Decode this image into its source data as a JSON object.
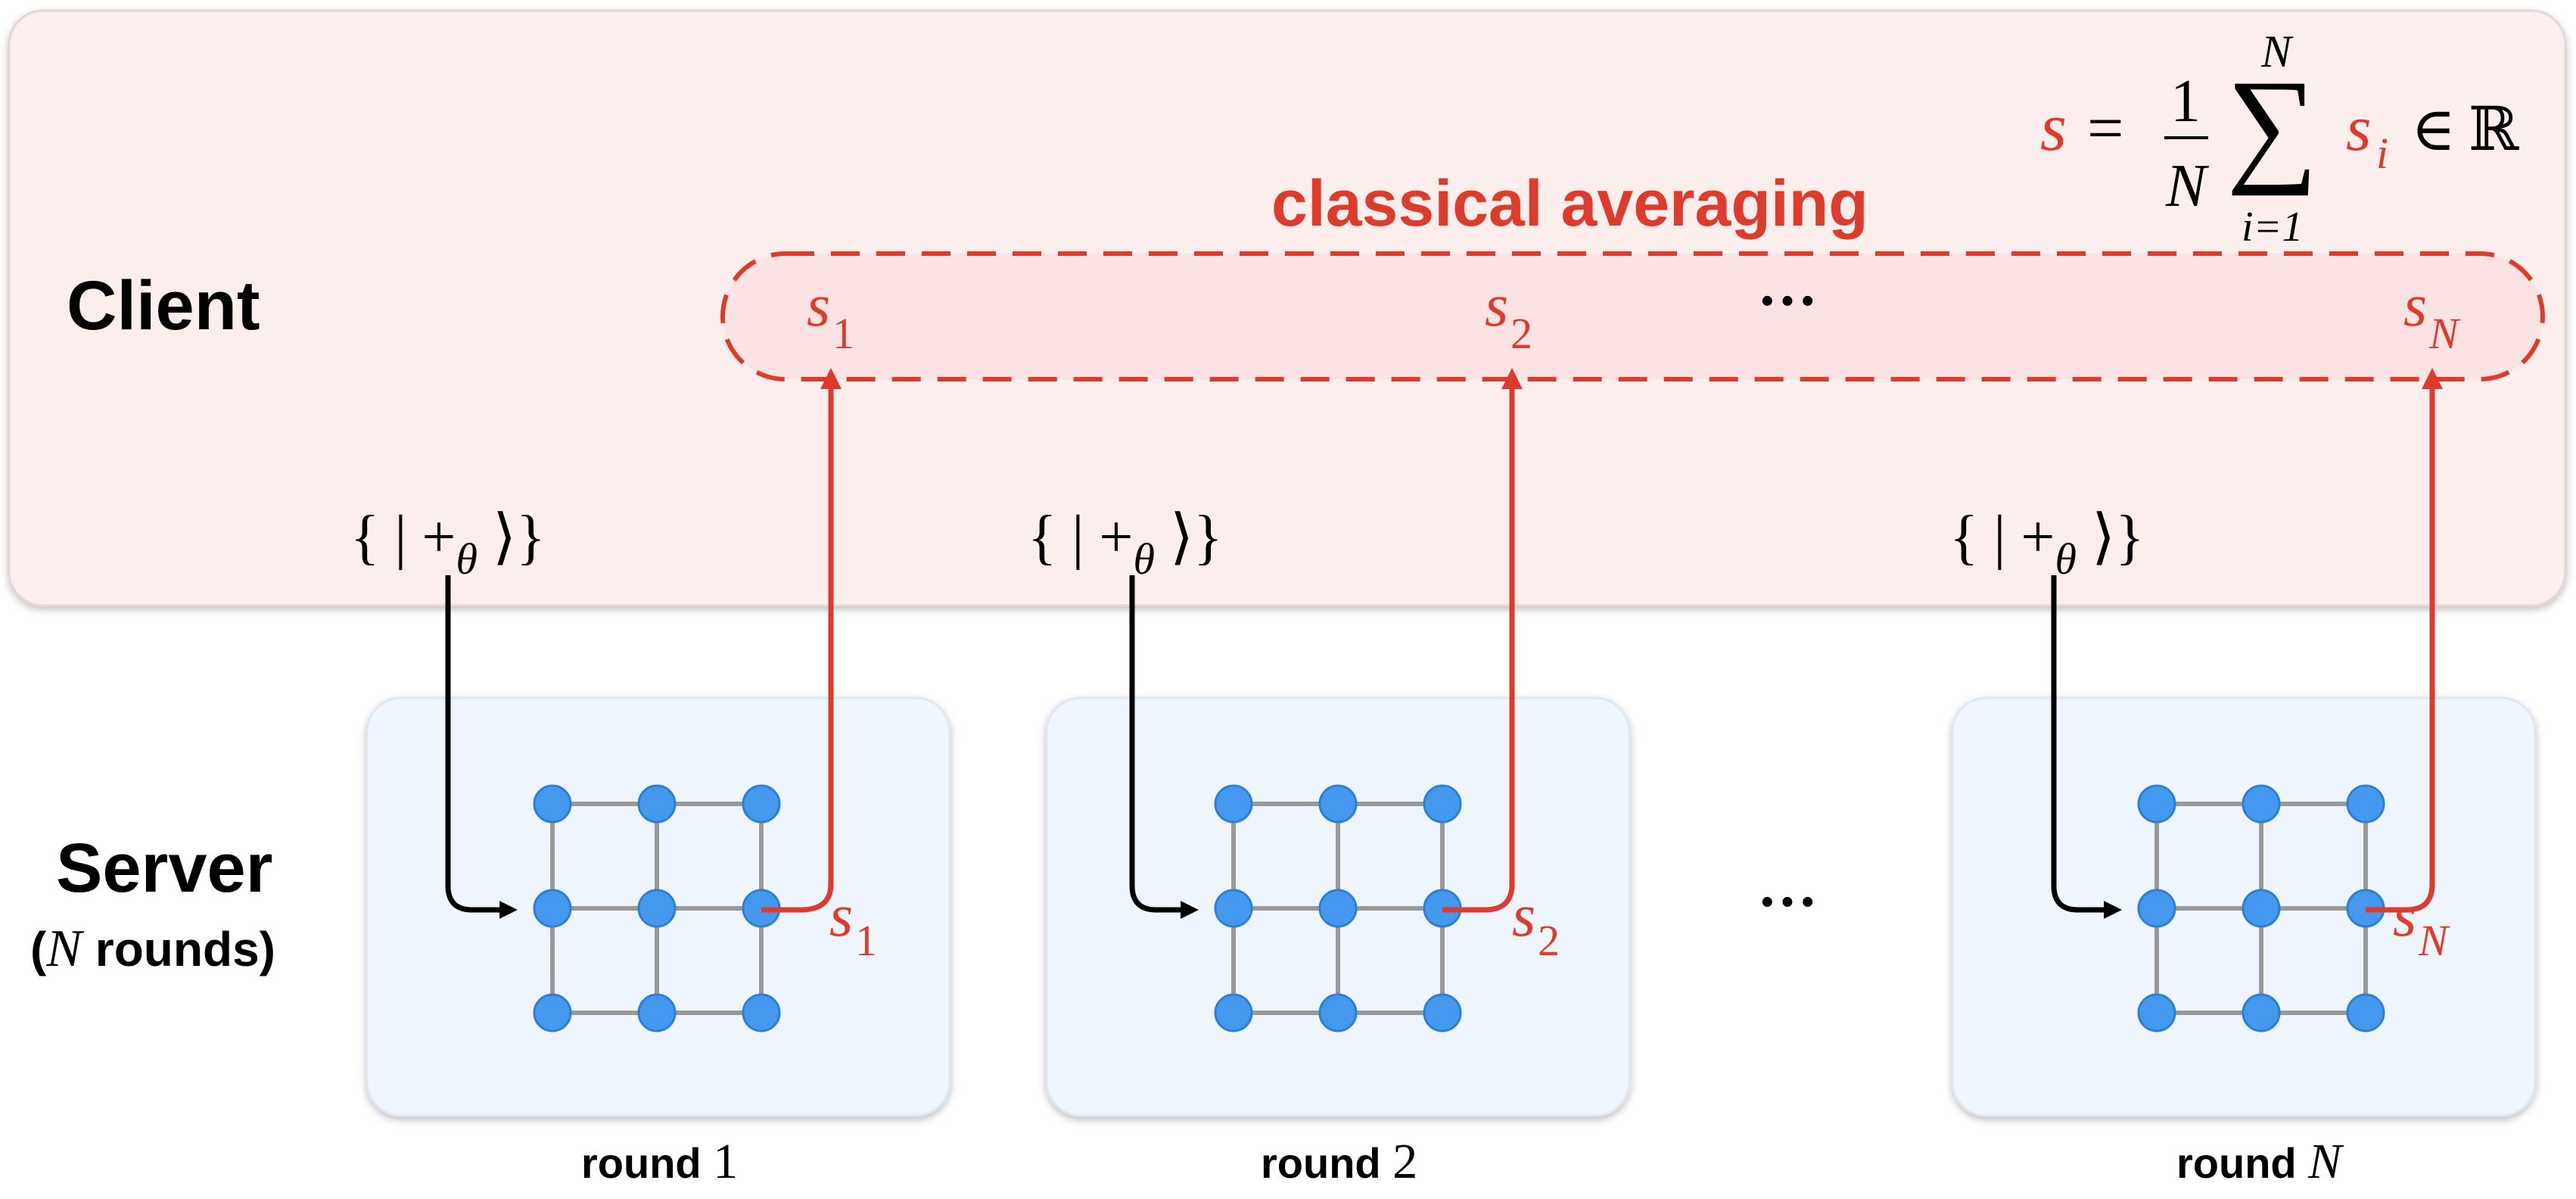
{
  "client": {
    "label": "Client",
    "avg_title": "classical averaging",
    "formula": {
      "lhs": "s",
      "eq": "=",
      "frac_num": "1",
      "frac_den": "N",
      "sum": "∑",
      "sum_upper": "N",
      "sum_lower": "i=1",
      "term": "s",
      "term_sub": "i",
      "in": "∈",
      "set": "ℝ"
    },
    "results": [
      {
        "base": "s",
        "sub": "1"
      },
      {
        "base": "s",
        "sub": "2"
      },
      {
        "base": "s",
        "sub": "N"
      }
    ],
    "ellipsis": "···"
  },
  "server": {
    "label": "Server",
    "sublabel_open": "(",
    "sublabel_var": "N",
    "sublabel_rest": " rounds)",
    "ellipsis": "···"
  },
  "state": {
    "open": "{ | +",
    "sub": "θ",
    "close": " ⟩}"
  },
  "rounds": [
    {
      "word": "round ",
      "num": "1",
      "out_base": "s",
      "out_sub": "1"
    },
    {
      "word": "round ",
      "num": "2",
      "out_base": "s",
      "out_sub": "2"
    },
    {
      "word": "round ",
      "num": "N",
      "out_base": "s",
      "out_sub": "N"
    }
  ],
  "colors": {
    "red": "#dd3c2c",
    "client_bg": "#fdeeee",
    "avg_fill": "#fbe3e3",
    "server_bg": "#eef5fc",
    "node": "#4499ee",
    "node_stroke": "#2d7fd3",
    "edge": "#999999",
    "black": "#000000"
  }
}
